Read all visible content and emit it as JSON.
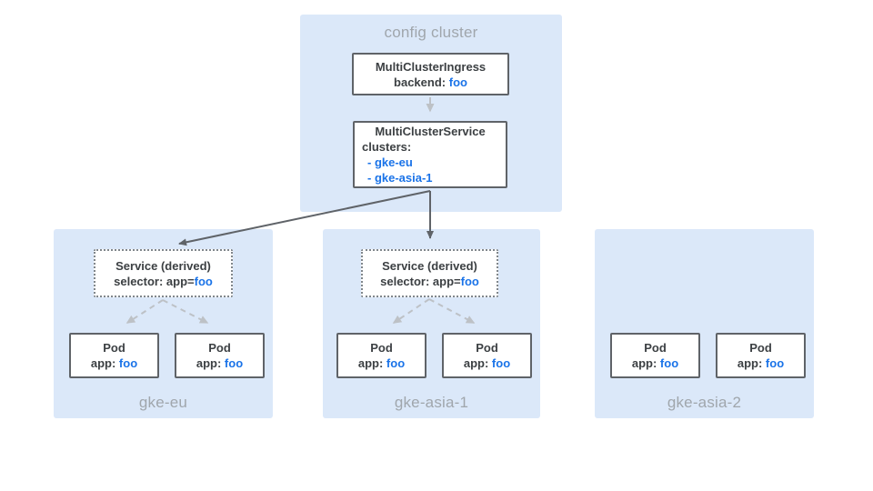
{
  "config_cluster": {
    "label": "config cluster",
    "multi_cluster_ingress": {
      "title": "MultiClusterIngress",
      "backend_label": "backend:",
      "backend_value": "foo"
    },
    "multi_cluster_service": {
      "title": "MultiClusterService",
      "clusters_label": "clusters:",
      "items": [
        {
          "text": "- gke-eu"
        },
        {
          "text": "- gke-asia-1"
        }
      ]
    }
  },
  "clusters": [
    {
      "label": "gke-eu",
      "service": {
        "title": "Service (derived)",
        "selector_label": "selector: app=",
        "selector_value": "foo"
      },
      "pods": [
        {
          "title": "Pod",
          "app_label": "app:",
          "app_value": "foo"
        },
        {
          "title": "Pod",
          "app_label": "app:",
          "app_value": "foo"
        }
      ]
    },
    {
      "label": "gke-asia-1",
      "service": {
        "title": "Service (derived)",
        "selector_label": "selector: app=",
        "selector_value": "foo"
      },
      "pods": [
        {
          "title": "Pod",
          "app_label": "app:",
          "app_value": "foo"
        },
        {
          "title": "Pod",
          "app_label": "app:",
          "app_value": "foo"
        }
      ]
    },
    {
      "label": "gke-asia-2",
      "pods": [
        {
          "title": "Pod",
          "app_label": "app:",
          "app_value": "foo"
        },
        {
          "title": "Pod",
          "app_label": "app:",
          "app_value": "foo"
        }
      ]
    }
  ],
  "colors": {
    "cluster_bg": "#dbe8f9",
    "box_border": "#5f6368",
    "box_text": "#3c4043",
    "accent_blue": "#1a73e8",
    "muted_label": "#a0a6ac",
    "arrow_dark": "#5f6368",
    "arrow_light": "#bdc1c6",
    "dotted_border": "#80868b"
  }
}
